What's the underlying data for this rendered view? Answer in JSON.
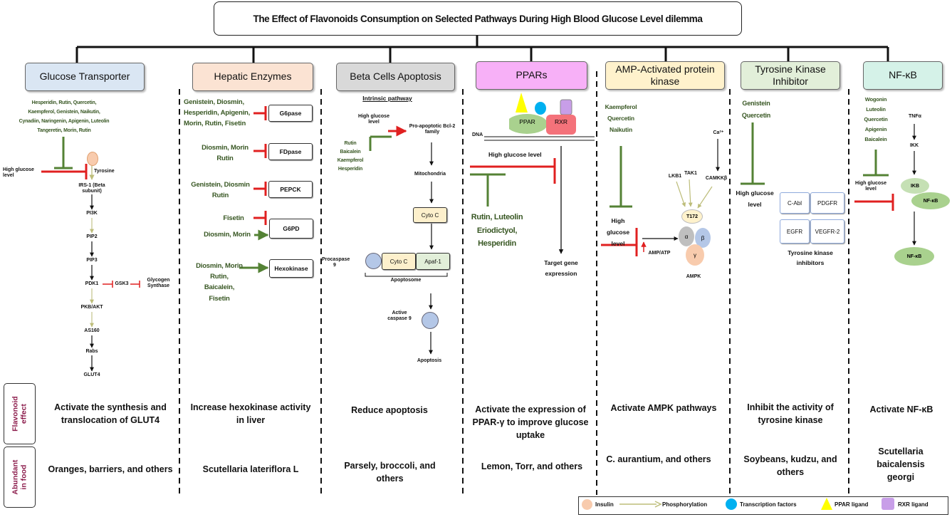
{
  "title": "The Effect of Flavonoids Consumption  on Selected Pathways During High Blood Glucose Level dilemma",
  "colors": {
    "inhibit_red": "#e02020",
    "inhibit_green": "#548235",
    "activate_green": "#548235",
    "phospho": "#c3c38a"
  },
  "columns": {
    "glucose": {
      "header": "Glucose Transporter",
      "flavonoids": [
        "Hesperidin, Rutin, Quercetin,",
        "Kaempferol, Genistein, Naikutin,",
        "Cynadiin, Naringenin, Apigenin, Luteolin",
        "Tangeretin, Morin, Rutin"
      ],
      "high_glucose": "High glucose level",
      "tyrosine": "Tyrosine",
      "pathway": [
        "IRS-1 (Beta subunit)",
        "PI3K",
        "PIP2",
        "PIP3",
        "PDK1",
        "PKB/AKT",
        "AS160",
        "Rabs",
        "GLUT4"
      ],
      "gsk3": "GSK3",
      "glycogen": "Glycogen Synthase",
      "effect": "Activate the synthesis and translocation of GLUT4",
      "food": "Oranges, barriers, and others"
    },
    "hepatic": {
      "header": "Hepatic Enzymes",
      "groups": [
        {
          "text": "Genistein, Diosmin, Hesperidin, Apigenin, Morin, Rutin, Fisetin",
          "enzyme": "G6pase"
        },
        {
          "text": "Diosmin, Morin Rutin",
          "enzyme": "FDpase"
        },
        {
          "text": "Genistein, Diosmin Rutin",
          "enzyme": "PEPCK"
        },
        {
          "text": "Fisetin",
          "enzyme": "G6PD"
        },
        {
          "text": "Diosmin, Morin",
          "enzyme": ""
        },
        {
          "text": "Diosmin, Morin Rutin, Baicalein, Fisetin",
          "enzyme": "Hexokinase"
        }
      ],
      "effect": "Increase hexokinase activity in liver",
      "food": "Scutellaria lateriflora L"
    },
    "beta": {
      "header": "Beta Cells Apoptosis",
      "intrinsic": "Intrinsic pathway",
      "high_glucose": "High glucose level",
      "pro_apoptotic": "Pro-apoptotic Bcl-2 family",
      "flavonoids": [
        "Rutin",
        "Baicalein",
        "Kaempferol",
        "Hesperidin"
      ],
      "mitochondria": "Mitochondria",
      "cyto_c": "Cyto C",
      "procaspase": "Procaspase 9",
      "apaf": "Apaf-1",
      "apoptosome": "Apoptosome",
      "active_caspase": "Active caspase 9",
      "apoptosis": "Apoptosis",
      "effect": "Reduce apoptosis",
      "food": "Parsely, broccoli, and others"
    },
    "ppar": {
      "header": "PPARs",
      "dna": "DNA",
      "ppar": "PPAR",
      "rxr": "RXR",
      "high_glucose": "High glucose level",
      "flavonoids": [
        "Rutin, Luteolin",
        "Eriodictyol,",
        "Hesperidin"
      ],
      "target": "Target gene expression",
      "effect": "Activate the expression of PPAR-γ to improve glucose uptake",
      "food": "Lemon, Torr, and others"
    },
    "ampk": {
      "header": "AMP-Activated protein kinase",
      "flavonoids": [
        "Kaempferol",
        "Quercetin",
        "Naikutin"
      ],
      "high_glucose": "High glucose level",
      "ca": "Ca²⁺",
      "lkb1": "LKB1",
      "tak1": "TAK1",
      "camkk": "CAMKKβ",
      "t172": "T172",
      "alpha": "α",
      "beta": "β",
      "gamma": "γ",
      "ampk_label": "AMPK",
      "amp_atp": "AMP/ATP",
      "effect": "Activate AMPK pathways",
      "food": "C. aurantium, and others"
    },
    "tyrosine": {
      "header": "Tyrosine Kinase Inhibitor",
      "flavonoids": [
        "Genistein",
        "Quercetin"
      ],
      "high_glucose": "High glucose level",
      "kinases": [
        "C-Abl",
        "PDGFR",
        "EGFR",
        "VEGFR-2"
      ],
      "caption": "Tyrosine kinase inhibitors",
      "effect": "Inhibit the activity of tyrosine kinase",
      "food": "Soybeans, kudzu, and others"
    },
    "nfkb": {
      "header": "NF-κB",
      "flavonoids": [
        "Wogonin",
        "Luteolin",
        "Quercetin",
        "Apigenin",
        "Baicalein"
      ],
      "tnf": "TNFα",
      "ikk": "IKK",
      "high_glucose": "High glucose level",
      "ikb": "IKB",
      "nfkb1": "NF-κB",
      "nfkb2": "NF-κB",
      "effect": "Activate NF-κB",
      "food": "Scutellaria baicalensis georgi"
    }
  },
  "row_labels": {
    "effect": "Flavonoid effect",
    "food": "Abundant in food"
  },
  "legend": {
    "insulin": "Insulin",
    "phospho": "Phosphorylation",
    "tf": "Transcription factors",
    "ppar_ligand": "PPAR ligand",
    "rxr_ligand": "RXR ligand"
  }
}
